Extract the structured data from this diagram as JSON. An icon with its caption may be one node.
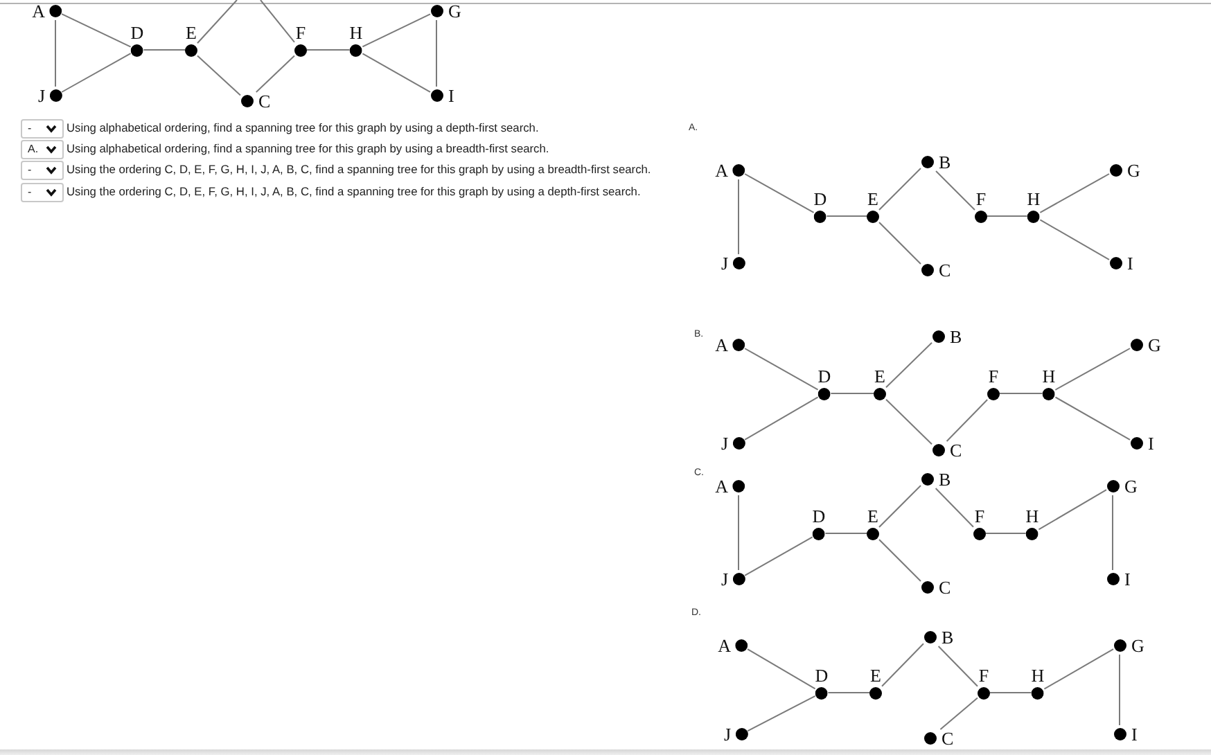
{
  "diagram": {
    "nodes": [
      {
        "text": [
          "A"
        ]
      },
      {
        "text": [
          "C"
        ]
      },
      {
        "text": [
          "D"
        ]
      },
      {
        "text": [
          "E"
        ]
      },
      {
        "text": [
          "F"
        ]
      },
      {
        "text": [
          "G"
        ]
      },
      {
        "text": [
          "H"
        ]
      },
      {
        "text": [
          "I"
        ]
      },
      {
        "text": [
          "J"
        ]
      },
      {
        "text": [
          "A"
        ]
      },
      {
        "text": [
          "B"
        ]
      },
      {
        "text": [
          "C"
        ]
      },
      {
        "text": [
          "D"
        ]
      },
      {
        "text": [
          "E"
        ]
      },
      {
        "text": [
          "F"
        ]
      },
      {
        "text": [
          "G"
        ]
      },
      {
        "text": [
          "H"
        ]
      },
      {
        "text": [
          "I"
        ]
      },
      {
        "text": [
          "J"
        ]
      },
      {
        "text": [
          "A"
        ]
      },
      {
        "text": [
          "B"
        ]
      },
      {
        "text": [
          "C"
        ]
      },
      {
        "text": [
          "D"
        ]
      },
      {
        "text": [
          "E"
        ]
      },
      {
        "text": [
          "F"
        ]
      },
      {
        "text": [
          "G"
        ]
      },
      {
        "text": [
          "H"
        ]
      },
      {
        "text": [
          "I"
        ]
      },
      {
        "text": [
          "J"
        ]
      },
      {
        "text": [
          "A"
        ]
      },
      {
        "text": [
          "B"
        ]
      },
      {
        "text": [
          "C"
        ]
      },
      {
        "text": [
          "D"
        ]
      },
      {
        "text": [
          "E"
        ]
      },
      {
        "text": [
          "F"
        ]
      },
      {
        "text": [
          "G"
        ]
      },
      {
        "text": [
          "H"
        ]
      },
      {
        "text": [
          "I"
        ]
      },
      {
        "text": [
          "J"
        ]
      },
      {
        "text": [
          "A"
        ]
      },
      {
        "text": [
          "B"
        ]
      },
      {
        "text": [
          "C"
        ]
      },
      {
        "text": [
          "D"
        ]
      },
      {
        "text": [
          "E"
        ]
      },
      {
        "text": [
          "F"
        ]
      },
      {
        "text": [
          "G"
        ]
      },
      {
        "text": [
          "H"
        ]
      },
      {
        "text": [
          "I"
        ]
      },
      {
        "text": [
          "J"
        ]
      }
    ],
    "edges": [
      {
        "from": 0,
        "to": 2,
        "arrow": "none"
      },
      {
        "from": 0,
        "to": 8,
        "arrow": "none"
      },
      {
        "from": 2,
        "to": 8,
        "arrow": "none"
      },
      {
        "from": 2,
        "to": 3,
        "arrow": "none"
      },
      {
        "from": 3,
        "to": 1,
        "arrow": "none"
      },
      {
        "from": 3,
        "to": null,
        "arrow": "none"
      },
      {
        "from": 4,
        "to": null,
        "arrow": "none"
      },
      {
        "from": 4,
        "to": 1,
        "arrow": "none"
      },
      {
        "from": 4,
        "to": 6,
        "arrow": "none"
      },
      {
        "from": 6,
        "to": 5,
        "arrow": "none"
      },
      {
        "from": 6,
        "to": 7,
        "arrow": "none"
      },
      {
        "from": 5,
        "to": 7,
        "arrow": "none"
      },
      {
        "from": 9,
        "to": 18,
        "arrow": "none"
      },
      {
        "from": 9,
        "to": 12,
        "arrow": "none"
      },
      {
        "from": 12,
        "to": 13,
        "arrow": "none"
      },
      {
        "from": 13,
        "to": 10,
        "arrow": "none"
      },
      {
        "from": 13,
        "to": 11,
        "arrow": "none"
      },
      {
        "from": 10,
        "to": 14,
        "arrow": "none"
      },
      {
        "from": 14,
        "to": 16,
        "arrow": "none"
      },
      {
        "from": 16,
        "to": 15,
        "arrow": "none"
      },
      {
        "from": 16,
        "to": 17,
        "arrow": "none"
      },
      {
        "from": 19,
        "to": 22,
        "arrow": "none"
      },
      {
        "from": 28,
        "to": 22,
        "arrow": "none"
      },
      {
        "from": 22,
        "to": 23,
        "arrow": "none"
      },
      {
        "from": 23,
        "to": 20,
        "arrow": "none"
      },
      {
        "from": 23,
        "to": 21,
        "arrow": "none"
      },
      {
        "from": 21,
        "to": 24,
        "arrow": "none"
      },
      {
        "from": 24,
        "to": 26,
        "arrow": "none"
      },
      {
        "from": 26,
        "to": 25,
        "arrow": "none"
      },
      {
        "from": 26,
        "to": 27,
        "arrow": "none"
      },
      {
        "from": 29,
        "to": 38,
        "arrow": "none"
      },
      {
        "from": 38,
        "to": 32,
        "arrow": "none"
      },
      {
        "from": 32,
        "to": 33,
        "arrow": "none"
      },
      {
        "from": 33,
        "to": 30,
        "arrow": "none"
      },
      {
        "from": 33,
        "to": 31,
        "arrow": "none"
      },
      {
        "from": 30,
        "to": 34,
        "arrow": "none"
      },
      {
        "from": 34,
        "to": 36,
        "arrow": "none"
      },
      {
        "from": 36,
        "to": 35,
        "arrow": "none"
      },
      {
        "from": 35,
        "to": 37,
        "arrow": "none"
      },
      {
        "from": 39,
        "to": 42,
        "arrow": "none"
      },
      {
        "from": 48,
        "to": 42,
        "arrow": "none"
      },
      {
        "from": 42,
        "to": 43,
        "arrow": "none"
      },
      {
        "from": 43,
        "to": 40,
        "arrow": "none"
      },
      {
        "from": 40,
        "to": 44,
        "arrow": "none"
      },
      {
        "from": 44,
        "to": 41,
        "arrow": "none"
      },
      {
        "from": 44,
        "to": 46,
        "arrow": "none"
      },
      {
        "from": 46,
        "to": 45,
        "arrow": "none"
      },
      {
        "from": 45,
        "to": 47,
        "arrow": "none"
      }
    ],
    "labels": [
      "-",
      "Using alphabetical ordering, find a spanning tree for this graph by using a depth-first search.",
      "A.",
      "Using alphabetical ordering, find a spanning tree for this graph by using a breadth-first search.",
      "-",
      "Using the ordering C, D, E, F, G, H, I, J, A, B, C, find a spanning tree for this graph by using a breadth-first search.",
      "-",
      "Using the ordering C, D, E, F, G, H, I, J, A, B, C, find a spanning tree for this graph by using a depth-first search.",
      "A.",
      "B.",
      "C.",
      "D."
    ]
  }
}
